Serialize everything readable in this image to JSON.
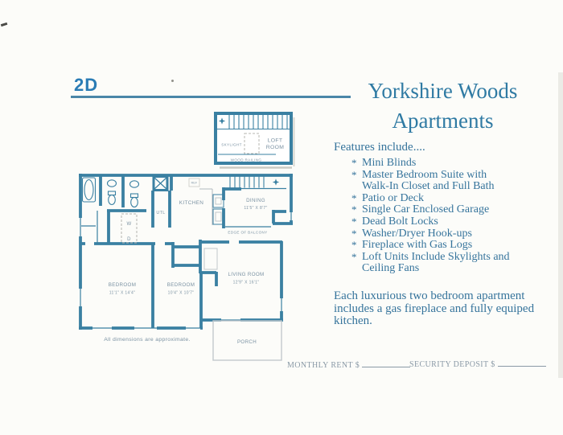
{
  "header": {
    "plan_label": "2D",
    "title_line1": "Yorkshire Woods",
    "title_line2": "Apartments"
  },
  "features": {
    "heading": "Features include....",
    "bullet": "*",
    "items": [
      "Mini Blinds",
      "Master Bedroom Suite with\nWalk-In Closet and Full Bath",
      "Patio or Deck",
      "Single Car Enclosed Garage",
      "Dead Bolt Locks",
      "Washer/Dryer Hook-ups",
      "Fireplace with Gas Logs",
      "Loft Units Include Skylights and\nCeiling Fans"
    ]
  },
  "description": "Each luxurious two bedroom apartment\nincludes a gas fireplace and fully equiped\nkitchen.",
  "floorplan": {
    "loft": {
      "skylight": "SKYLIGHT",
      "room_line1": "LOFT",
      "room_line2": "ROOM",
      "railing": "WOOD RAILING"
    },
    "rooms": {
      "kitchen": "KITCHEN",
      "utility": "UTL",
      "refrigerator": "REF",
      "dining_name": "DINING",
      "dining_dims": "11'5\" X 8'7\"",
      "balcony": "EDGE OF BALCONY",
      "bedroom1_name": "BEDROOM",
      "bedroom1_dims": "11'1\" X 14'4\"",
      "bedroom2_name": "BEDROOM",
      "bedroom2_dims": "10'4\" X 10'7\"",
      "living_name": "LIVING ROOM",
      "living_dims": "12'9\" X 16'1\"",
      "porch": "PORCH",
      "washer": "W",
      "dryer": "D"
    },
    "note": "All dimensions are approximate."
  },
  "footer": {
    "monthly_rent_label": "MONTHLY RENT $",
    "security_deposit_label": "SECURITY DEPOSIT $"
  },
  "colors": {
    "wall_teal": "#3a80a2",
    "title_blue": "#2f7aa3",
    "plan_label_blue": "#2b7cb5",
    "plan_text": "#7b92a3"
  }
}
